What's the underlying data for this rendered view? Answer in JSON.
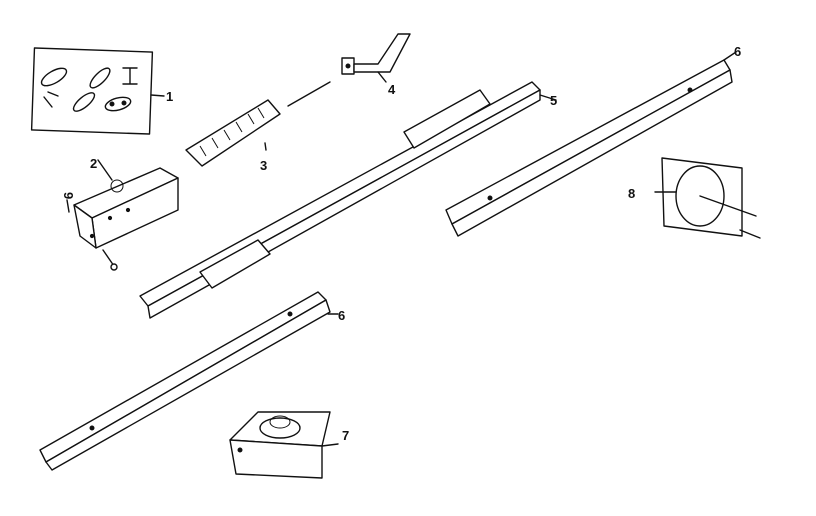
{
  "callouts": {
    "part1": "1",
    "part2": "2",
    "part3": "3",
    "part4": "4",
    "part5": "5",
    "part6_upper": "6",
    "part6_lower": "6",
    "part7": "7",
    "part8": "8",
    "part9": "9"
  }
}
